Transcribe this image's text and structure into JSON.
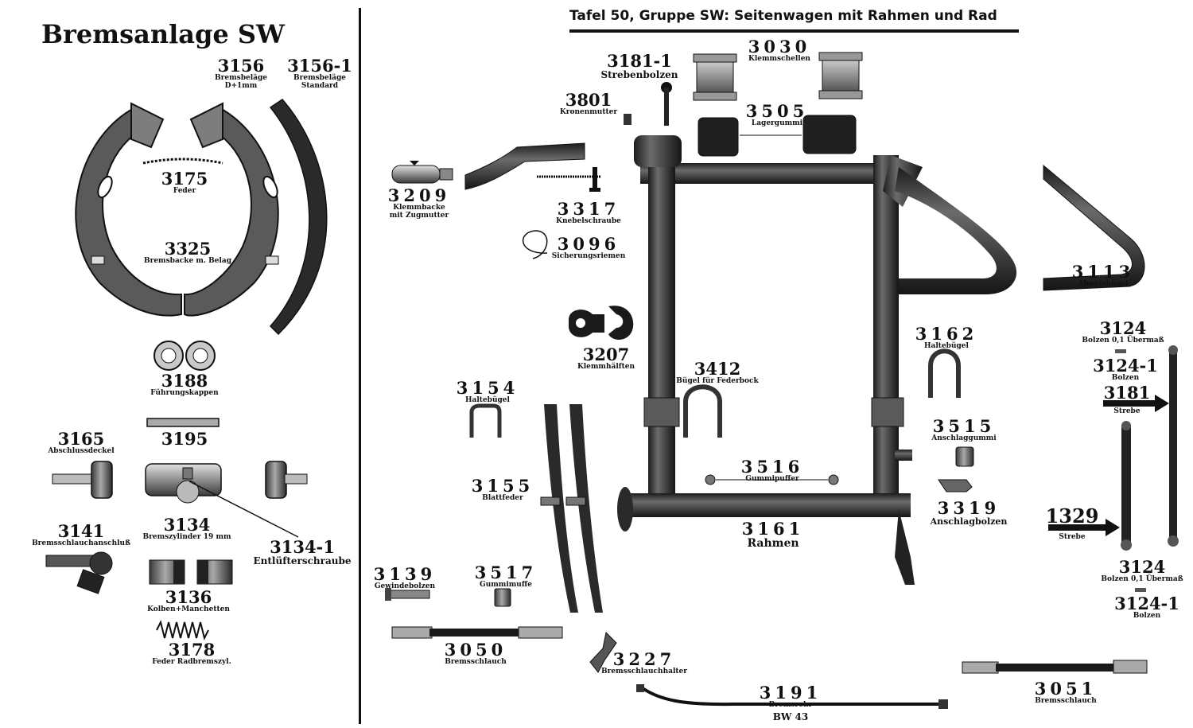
{
  "titles": {
    "left": "Bremsanlage SW",
    "right": "Tafel 50, Gruppe SW: Seitenwagen mit Rahmen und Rad"
  },
  "parts": {
    "p3156": {
      "num": "3156",
      "desc": "Bremsbeläge",
      "desc2": "D+1mm"
    },
    "p3156_1": {
      "num": "3156-1",
      "desc": "Bremsbeläge",
      "desc2": "Standard"
    },
    "p3175": {
      "num": "3175",
      "desc": "Feder"
    },
    "p3325": {
      "num": "3325",
      "desc": "Bremsbacke m. Belag"
    },
    "p3188": {
      "num": "3188",
      "desc": "Führungskappen"
    },
    "p3195": {
      "num": "3195"
    },
    "p3165": {
      "num": "3165",
      "desc": "Abschlussdeckel"
    },
    "p3134": {
      "num": "3134",
      "desc": "Bremszylinder 19 mm"
    },
    "p3134_1": {
      "num": "3134-1",
      "desc": "Entlüfterschraube"
    },
    "p3141": {
      "num": "3141",
      "desc": "Bremsschlauchanschluß"
    },
    "p3136": {
      "num": "3136",
      "desc": "Kolben+Manchetten"
    },
    "p3178": {
      "num": "3178",
      "desc": "Feder Radbremszyl."
    },
    "p3181_1": {
      "num": "3181-1",
      "desc": "Strebenbolzen"
    },
    "p3030": {
      "num": "3030",
      "desc": "Klemmschellen"
    },
    "p3801": {
      "num": "3801",
      "desc": "Kronenmutter"
    },
    "p3505": {
      "num": "3505",
      "desc": "Lagergummi"
    },
    "p3209": {
      "num": "3209",
      "desc": "Klemmbacke",
      "desc2": "mit Zugmutter"
    },
    "p3317": {
      "num": "3317",
      "desc": "Knebelschraube"
    },
    "p3096": {
      "num": "3096",
      "desc": "Sicherungsriemen"
    },
    "p3113": {
      "num": "3113",
      "desc": "Abweisbügel"
    },
    "p3207": {
      "num": "3207",
      "desc": "Klemmhälften"
    },
    "p3162": {
      "num": "3162",
      "desc": "Haltebügel"
    },
    "p3124a": {
      "num": "3124",
      "desc": "Bolzen 0,1 Übermaß"
    },
    "p3124_1a": {
      "num": "3124-1",
      "desc": "Bolzen"
    },
    "p3181": {
      "num": "3181",
      "desc": "Strebe"
    },
    "p3412": {
      "num": "3412",
      "desc": "Bügel für Federbock"
    },
    "p3154": {
      "num": "3154",
      "desc": "Haltebügel"
    },
    "p3515": {
      "num": "3515",
      "desc": "Anschlaggummi"
    },
    "p3516": {
      "num": "3516",
      "desc": "Gummipuffer"
    },
    "p3155": {
      "num": "3155",
      "desc": "Blattfeder"
    },
    "p3319": {
      "num": "3319",
      "desc": "Anschlagbolzen"
    },
    "p1329": {
      "num": "1329",
      "desc": "Strebe"
    },
    "p3161": {
      "num": "3161",
      "desc": "Rahmen"
    },
    "p3124b": {
      "num": "3124",
      "desc": "Bolzen 0,1 Übermaß"
    },
    "p3124_1b": {
      "num": "3124-1",
      "desc": "Bolzen"
    },
    "p3139": {
      "num": "3139",
      "desc": "Gewindebolzen"
    },
    "p3517": {
      "num": "3517",
      "desc": "Gummimuffe"
    },
    "p3050": {
      "num": "3050",
      "desc": "Bremsschlauch"
    },
    "p3227": {
      "num": "3227",
      "desc": "Bremsschlauchhalter"
    },
    "p3191": {
      "num": "3191",
      "desc": "Bremsrohr",
      "desc2": "BW 43"
    },
    "p3051": {
      "num": "3051",
      "desc": "Bremsschlauch"
    }
  },
  "colors": {
    "ink": "#111111",
    "metal": "#8f8f8f",
    "metal_dark": "#3a3a3a",
    "metal_light": "#c9c9c9",
    "rubber": "#2a2a2a",
    "background": "#ffffff"
  }
}
